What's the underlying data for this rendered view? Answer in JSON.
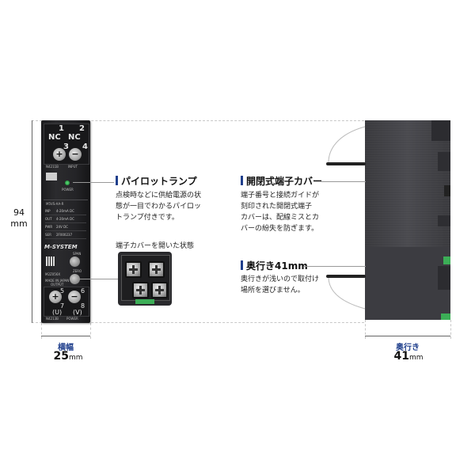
{
  "dimensions": {
    "height": {
      "value": "94",
      "unit": "mm"
    },
    "width": {
      "title": "横幅",
      "value": "25",
      "unit": "mm"
    },
    "depth": {
      "title": "奥行き",
      "value": "41",
      "unit": "mm"
    }
  },
  "features": {
    "pilot_lamp": {
      "heading": "パイロットランプ",
      "lines": [
        "点検時などに供給電源の状",
        "態が一目でわかるパイロッ",
        "トランプ付きです。"
      ]
    },
    "terminal_cover": {
      "heading": "開閉式端子カバー",
      "lines": [
        "端子番号と接続ガイドが",
        "刻印された開閉式端子",
        "カバーは、配線ミスとカ",
        "バーの紛失を防ぎます。"
      ]
    },
    "depth_note": {
      "heading": "奥行き41mm",
      "lines": [
        "奥行きが浅いので取付け",
        "場所を選びません。"
      ]
    },
    "cover_open_caption": "端子カバーを開いた状態"
  },
  "module_front": {
    "top_terminals": [
      "1",
      "2",
      "3",
      "4"
    ],
    "top_nc": [
      "NC",
      "NC"
    ],
    "top_plus": "+",
    "top_minus": "−",
    "input_label": "INPUT",
    "input_model": "N4211B",
    "power_label": "POWER",
    "brand": "M-SYSTEM",
    "model_line": "M5VS-AA-R",
    "spec_rows": [
      {
        "key": "INP",
        "val": "4-20mA DC"
      },
      {
        "key": "OUT",
        "val": "4-20mA DC"
      },
      {
        "key": "PWR",
        "val": "24V DC"
      },
      {
        "key": "SER",
        "val": "2F000237"
      }
    ],
    "span_label": "SPAN",
    "zero_label": "ZERO",
    "serial_label": "M2Z056X",
    "origin_label": "MADE IN JAPAN",
    "output_label": "OUTPUT",
    "bottom_terminals": [
      "5",
      "6",
      "7",
      "8"
    ],
    "bottom_u": "(U)",
    "bottom_v": "(V)",
    "bottom_plus": "+",
    "bottom_minus": "−",
    "bottom_model": "N4213B",
    "bottom_power": "POWER"
  },
  "colors": {
    "accent": "#1f3f8c",
    "led": "#3cae57"
  }
}
